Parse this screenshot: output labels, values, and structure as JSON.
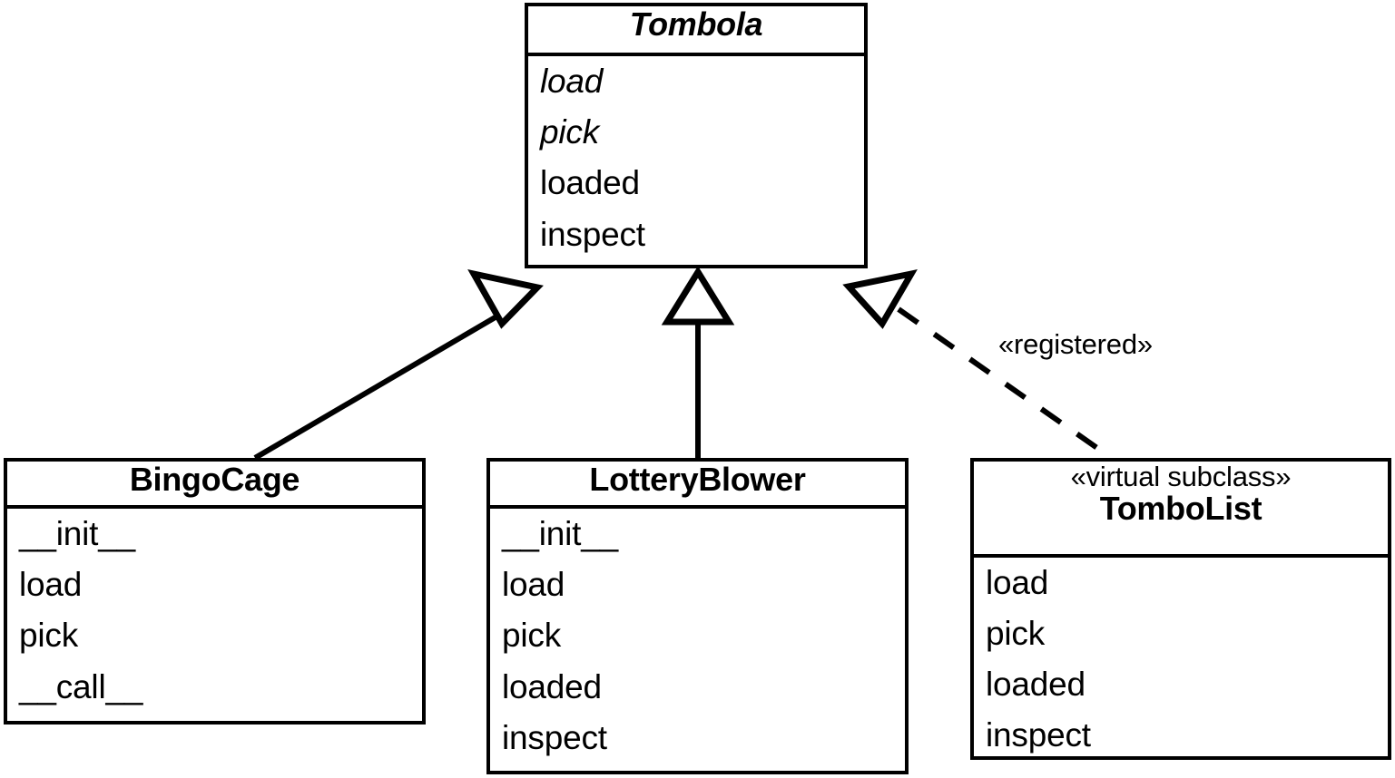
{
  "diagram": {
    "type": "uml-class-diagram",
    "background_color": "#ffffff",
    "line_color": "#000000",
    "classes": [
      {
        "id": "tombola",
        "name": "Tombola",
        "abstract": true,
        "stereotype": "",
        "members": [
          {
            "label": "load",
            "abstract": true
          },
          {
            "label": "pick",
            "abstract": true
          },
          {
            "label": "loaded",
            "abstract": false
          },
          {
            "label": "inspect",
            "abstract": false
          }
        ]
      },
      {
        "id": "bingocage",
        "name": "BingoCage",
        "abstract": false,
        "stereotype": "",
        "members": [
          {
            "label": "__init__",
            "abstract": false
          },
          {
            "label": "load",
            "abstract": false
          },
          {
            "label": "pick",
            "abstract": false
          },
          {
            "label": "__call__",
            "abstract": false
          }
        ]
      },
      {
        "id": "lotteryblower",
        "name": "LotteryBlower",
        "abstract": false,
        "stereotype": "",
        "members": [
          {
            "label": "__init__",
            "abstract": false
          },
          {
            "label": "load",
            "abstract": false
          },
          {
            "label": "pick",
            "abstract": false
          },
          {
            "label": "loaded",
            "abstract": false
          },
          {
            "label": "inspect",
            "abstract": false
          }
        ]
      },
      {
        "id": "tombolist",
        "name": "TomboList",
        "abstract": false,
        "stereotype": "«virtual subclass»",
        "members": [
          {
            "label": "load",
            "abstract": false
          },
          {
            "label": "pick",
            "abstract": false
          },
          {
            "label": "loaded",
            "abstract": false
          },
          {
            "label": "inspect",
            "abstract": false
          }
        ]
      }
    ],
    "relationships": [
      {
        "id": "bingocage-inherits-tombola",
        "kind": "generalization",
        "from": "BingoCage",
        "to": "Tombola",
        "line": "solid",
        "arrowhead": "hollow-triangle",
        "label": ""
      },
      {
        "id": "lotteryblower-inherits-tombola",
        "kind": "generalization",
        "from": "LotteryBlower",
        "to": "Tombola",
        "line": "solid",
        "arrowhead": "hollow-triangle",
        "label": ""
      },
      {
        "id": "tombolist-registered-tombola",
        "kind": "realization",
        "from": "TomboList",
        "to": "Tombola",
        "line": "dashed",
        "arrowhead": "hollow-triangle",
        "label": "«registered»"
      }
    ]
  }
}
